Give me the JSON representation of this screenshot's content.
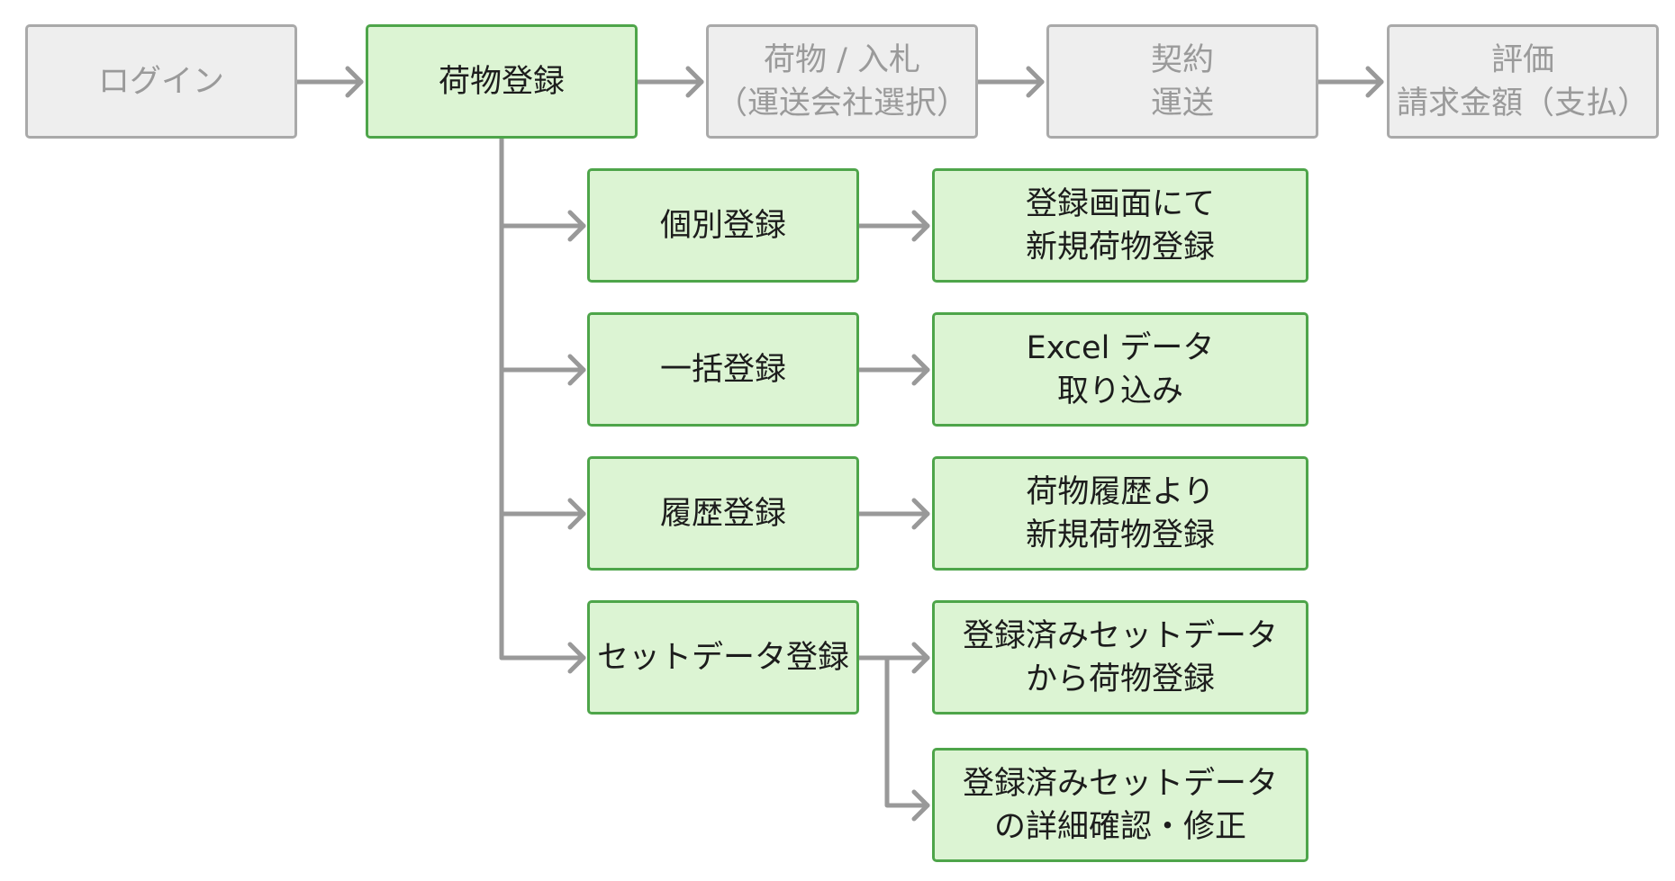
{
  "colors": {
    "inactive_fill": "#eeeeee",
    "inactive_border": "#a9a9a9",
    "inactive_text": "#9a9a9a",
    "active_fill": "#dcf4d3",
    "active_border": "#4ea54a",
    "active_text": "#1c1c1c",
    "connector": "#999999"
  },
  "steps": [
    {
      "id": "login",
      "lines": [
        "ログイン"
      ],
      "state": "inactive"
    },
    {
      "id": "cargo-registration",
      "lines": [
        "荷物登録"
      ],
      "state": "active"
    },
    {
      "id": "cargo-bid",
      "lines": [
        "荷物 / 入札",
        "（運送会社選択）"
      ],
      "state": "inactive"
    },
    {
      "id": "contract",
      "lines": [
        "契約",
        "運送"
      ],
      "state": "inactive"
    },
    {
      "id": "evaluation",
      "lines": [
        "評価",
        "請求金額（支払）"
      ],
      "state": "inactive"
    }
  ],
  "methods": [
    {
      "id": "individual",
      "lines": [
        "個別登録"
      ]
    },
    {
      "id": "bulk",
      "lines": [
        "一括登録"
      ]
    },
    {
      "id": "history",
      "lines": [
        "履歴登録"
      ]
    },
    {
      "id": "set-data",
      "lines": [
        "セットデータ登録"
      ]
    }
  ],
  "results": [
    {
      "id": "individual-result",
      "lines": [
        "登録画面にて",
        "新規荷物登録"
      ]
    },
    {
      "id": "bulk-result",
      "lines": [
        "Excel データ",
        "取り込み"
      ]
    },
    {
      "id": "history-result",
      "lines": [
        "荷物履歴より",
        "新規荷物登録"
      ]
    },
    {
      "id": "set-data-result-1",
      "lines": [
        "登録済みセットデータ",
        "から荷物登録"
      ]
    },
    {
      "id": "set-data-result-2",
      "lines": [
        "登録済みセットデータ",
        "の詳細確認・修正"
      ]
    }
  ]
}
